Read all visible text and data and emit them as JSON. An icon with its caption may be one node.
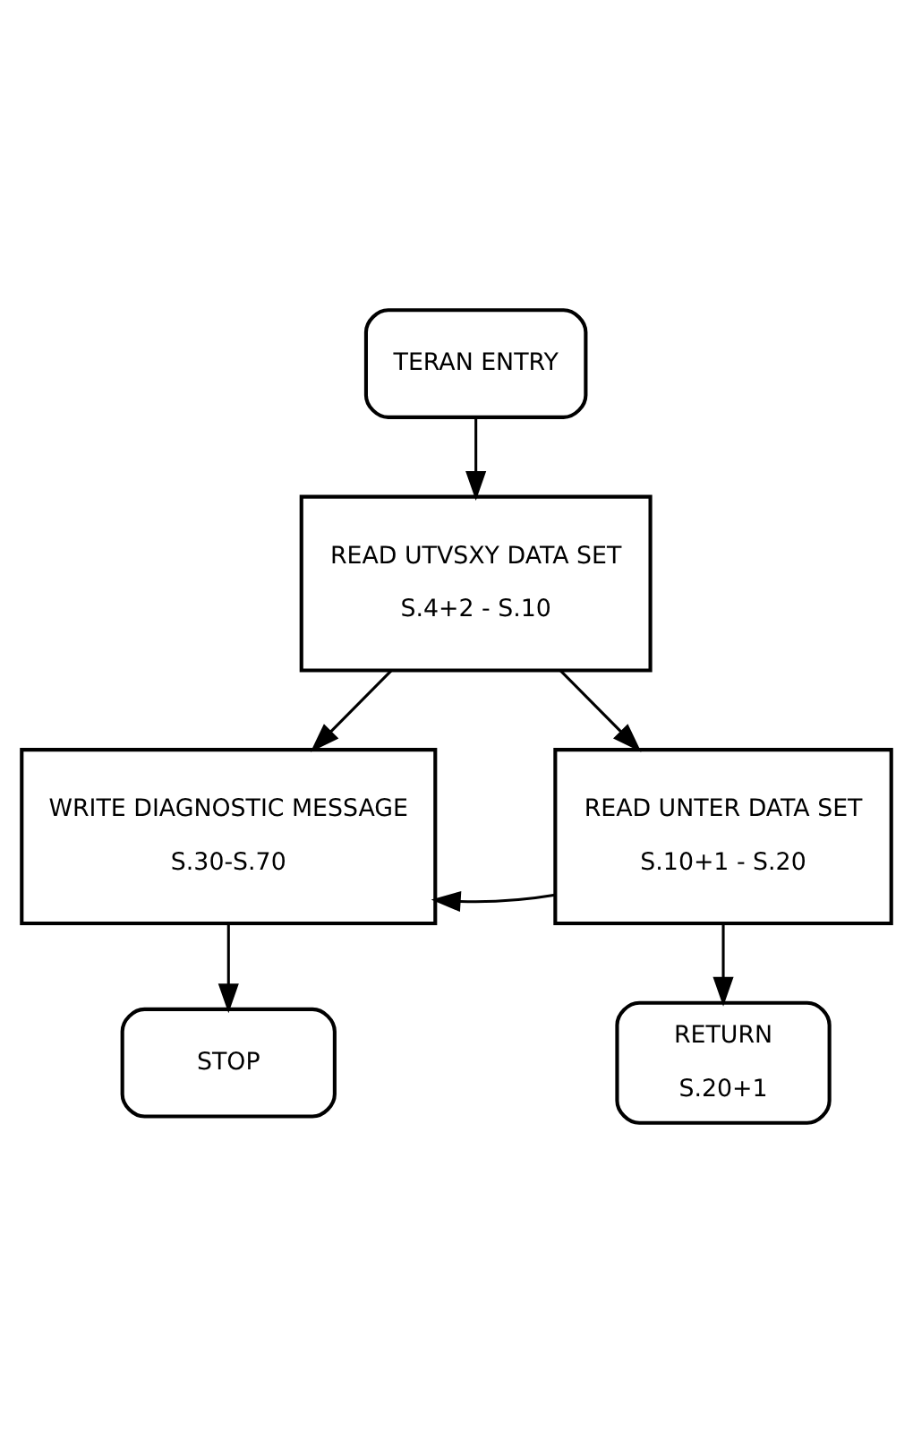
{
  "diagram": {
    "nodes": [
      {
        "text": [
          "TERAN ENTRY"
        ]
      },
      {
        "text": [
          "READ UTVSXY DATA SET",
          "S.4+2 - S.10"
        ]
      },
      {
        "text": [
          "WRITE DIAGNOSTIC MESSAGE",
          "S.30-S.70"
        ]
      },
      {
        "text": [
          "READ UNTER DATA SET",
          "S.10+1 - S.20"
        ]
      },
      {
        "text": [
          "STOP"
        ]
      },
      {
        "text": [
          "RETURN",
          "S.20+1"
        ]
      }
    ],
    "edges": [
      {
        "from": 0,
        "to": 1,
        "arrow": "to"
      },
      {
        "from": 1,
        "to": 2,
        "arrow": "to"
      },
      {
        "from": 1,
        "to": 3,
        "arrow": "to"
      },
      {
        "from": 3,
        "to": 2,
        "arrow": "to"
      },
      {
        "from": 2,
        "to": 4,
        "arrow": "to"
      },
      {
        "from": 3,
        "to": 5,
        "arrow": "to"
      }
    ]
  }
}
